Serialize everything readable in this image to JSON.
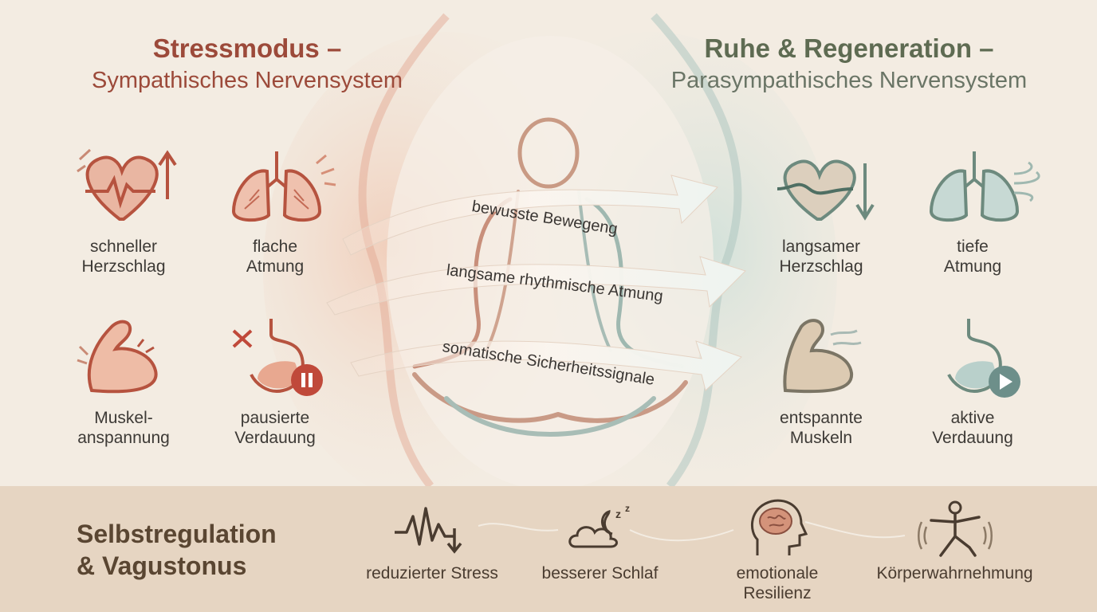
{
  "left_header": {
    "title": "Stressmodus –",
    "subtitle": "Sympathisches Nervensystem"
  },
  "right_header": {
    "title": "Ruhe & Regeneration –",
    "subtitle": "Parasympathisches Nervensystem"
  },
  "stress_items": [
    {
      "line1": "schneller",
      "line2": "Herzschlag",
      "icon": "heart-up-icon"
    },
    {
      "line1": "flache",
      "line2": "Atmung",
      "icon": "lungs-icon"
    },
    {
      "line1": "Muskel-",
      "line2": "anspannung",
      "icon": "flexed-arm-icon"
    },
    {
      "line1": "pausierte",
      "line2": "Verdauung",
      "icon": "stomach-paused-icon"
    }
  ],
  "calm_items": [
    {
      "line1": "langsamer",
      "line2": "Herzschlag",
      "icon": "heart-down-icon"
    },
    {
      "line1": "tiefe",
      "line2": "Atmung",
      "icon": "lungs-breeze-icon"
    },
    {
      "line1": "entspannte",
      "line2": "Muskeln",
      "icon": "relaxed-arm-icon"
    },
    {
      "line1": "aktive",
      "line2": "Verdauung",
      "icon": "stomach-active-icon"
    }
  ],
  "arrows": [
    "bewusste Bewegeng",
    "langsame rhythmische Atmung",
    "somatische Sicherheitssignale"
  ],
  "bottom": {
    "title_line1": "Selbstregulation",
    "title_line2": "& Vagustonus",
    "benefits": [
      {
        "label": "reduzierter Stress",
        "icon": "wave-down-icon"
      },
      {
        "label": "besserer Schlaf",
        "icon": "moon-cloud-icon"
      },
      {
        "label_line1": "emotionale",
        "label_line2": "Resilienz",
        "icon": "brain-head-icon"
      },
      {
        "label": "Körperwahrnehmung",
        "icon": "yoga-figure-icon"
      }
    ]
  },
  "colors": {
    "stress": "#c8634f",
    "calm": "#7fa3a0",
    "background": "#f3ece2",
    "band": "#e6d5c2"
  }
}
